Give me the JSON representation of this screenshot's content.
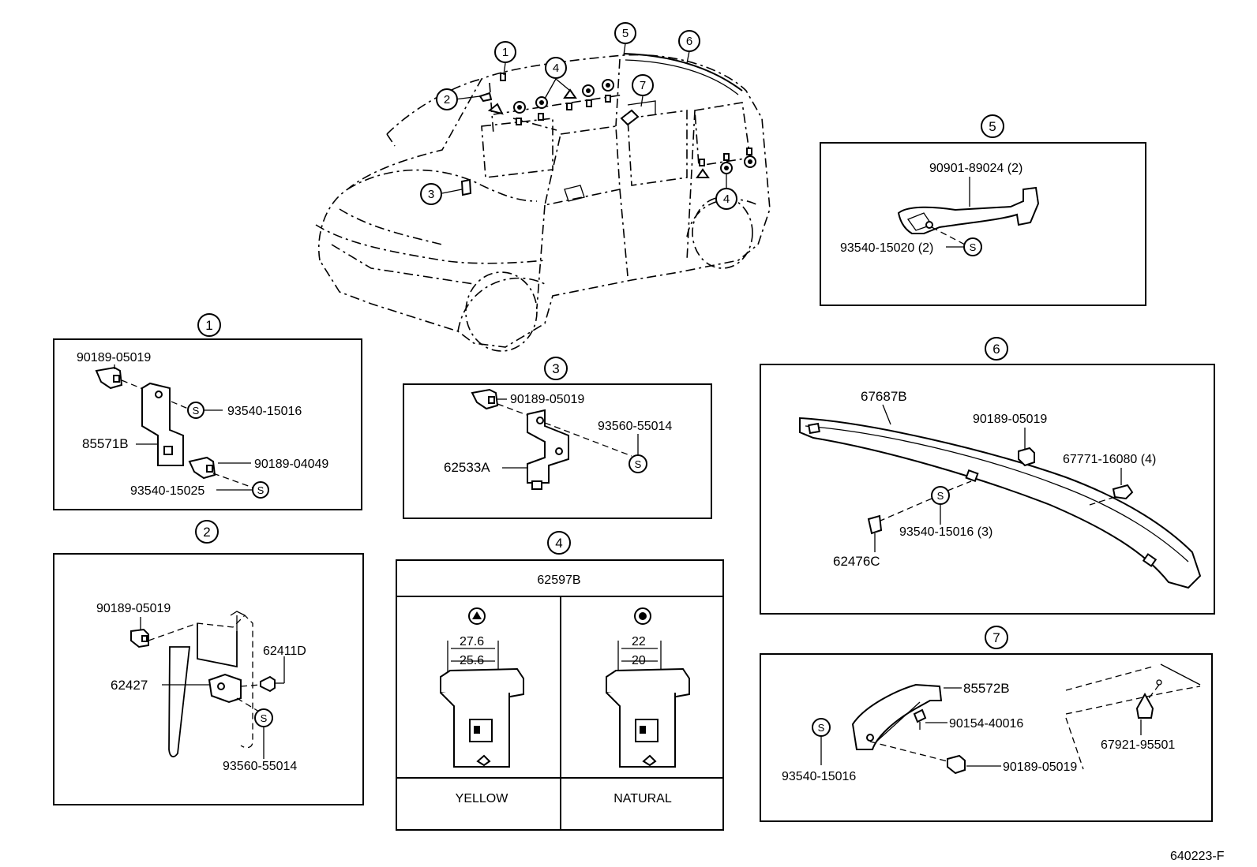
{
  "car_callouts": [
    "1",
    "2",
    "3",
    "4",
    "5",
    "6",
    "7",
    "4"
  ],
  "sections": {
    "s1": {
      "number": "1",
      "parts": [
        "90189-05019",
        "93540-15016",
        "85571B",
        "90189-04049",
        "93540-15025"
      ]
    },
    "s2": {
      "number": "2",
      "parts": [
        "90189-05019",
        "62411D",
        "62427",
        "93560-55014"
      ]
    },
    "s3": {
      "number": "3",
      "parts": [
        "90189-05019",
        "93560-55014",
        "62533A"
      ]
    },
    "s4": {
      "number": "4",
      "header": "62597B",
      "dims_left": [
        "27.6",
        "25.6"
      ],
      "dims_right": [
        "22",
        "20"
      ],
      "col_left_label": "YELLOW",
      "col_right_label": "NATURAL"
    },
    "s5": {
      "number": "5",
      "parts": [
        "90901-89024 (2)",
        "93540-15020 (2)"
      ]
    },
    "s6": {
      "number": "6",
      "parts": [
        "67687B",
        "90189-05019",
        "67771-16080 (4)",
        "93540-15016 (3)",
        "62476C"
      ]
    },
    "s7": {
      "number": "7",
      "parts": [
        "85572B",
        "90154-40016",
        "93540-15016",
        "90189-05019",
        "67921-95501"
      ]
    }
  },
  "s_symbol": "S",
  "figure_code": "640223-F"
}
